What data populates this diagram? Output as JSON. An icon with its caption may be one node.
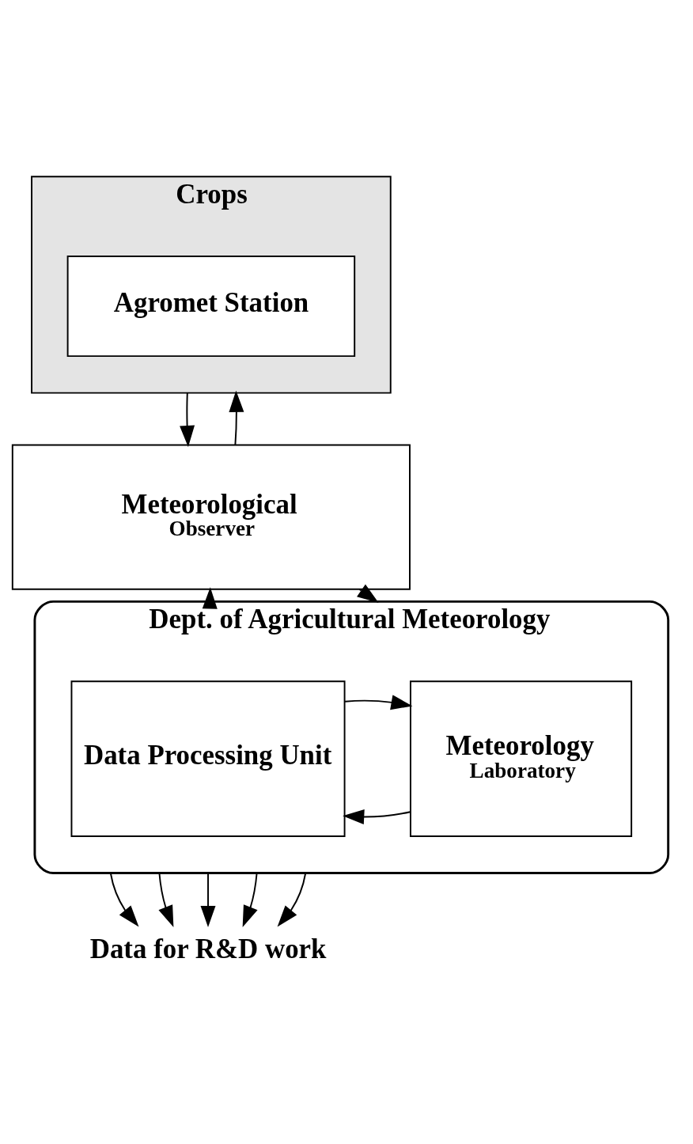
{
  "diagram": {
    "nodes": [
      {
        "text": [
          "Crops"
        ]
      },
      {
        "text": [
          "Agromet Station"
        ],
        "in": 0
      },
      {
        "text": [
          "Meteorological",
          "Observer"
        ]
      },
      {
        "text": [
          "Dept. of Agricultural Meteorology"
        ]
      },
      {
        "text": [
          "Meteorology",
          "Laboratory"
        ],
        "in": 3
      },
      {
        "text": [
          "Data Processing Unit"
        ],
        "in": 3
      },
      {
        "text": [
          "Data for R&D work"
        ]
      }
    ],
    "edges": [
      {
        "from": 0,
        "to": 2,
        "arrow": "to"
      },
      {
        "from": 2,
        "to": 0,
        "arrow": "to"
      },
      {
        "from": 2,
        "to": 3,
        "arrow": "to"
      },
      {
        "from": 3,
        "to": 2,
        "arrow": "to"
      },
      {
        "from": 4,
        "to": 5,
        "arrow": "to"
      },
      {
        "from": 5,
        "to": 4,
        "arrow": "to"
      },
      {
        "from": 3,
        "to": 6,
        "arrow": "to"
      },
      {
        "from": 3,
        "to": 6,
        "arrow": "to"
      },
      {
        "from": 3,
        "to": 6,
        "arrow": "to"
      },
      {
        "from": 3,
        "to": 6,
        "arrow": "to"
      },
      {
        "from": 3,
        "to": 6,
        "arrow": "to"
      }
    ]
  }
}
